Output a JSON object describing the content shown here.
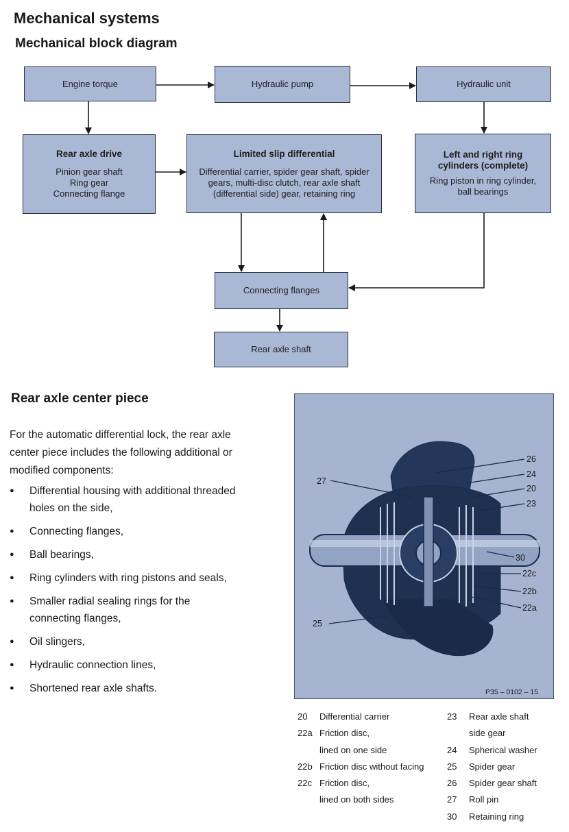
{
  "header": {
    "title": "Mechanical systems",
    "subtitle": "Mechanical block diagram"
  },
  "diagram": {
    "engine_torque": "Engine torque",
    "hydraulic_pump": "Hydraulic pump",
    "hydraulic_unit": "Hydraulic unit",
    "rear_axle_drive": {
      "title": "Rear axle drive",
      "lines": [
        "Pinion gear shaft",
        "Ring gear",
        "Connecting flange"
      ]
    },
    "limited_slip": {
      "title": "Limited slip differential",
      "lines": [
        "Differential carrier, spider gear shaft, spider",
        "gears, multi-disc clutch, rear axle shaft",
        "(differential side) gear, retaining ring"
      ]
    },
    "ring_cylinders": {
      "title_lines": [
        "Left and right ring",
        "cylinders (complete)"
      ],
      "lines": [
        "Ring piston in ring cylinder,",
        "ball bearings"
      ]
    },
    "connecting_flanges": "Connecting flanges",
    "rear_axle_shaft": "Rear axle shaft"
  },
  "section": {
    "title": "Rear axle center piece",
    "intro_lines": [
      "For the automatic differential lock, the rear axle",
      "center piece includes the following additional or",
      "modified components:"
    ],
    "bullets": [
      [
        "Differential housing with additional threaded",
        "holes on the side,"
      ],
      [
        "Connecting flanges,"
      ],
      [
        "Ball bearings,"
      ],
      [
        "Ring cylinders with ring pistons and seals,"
      ],
      [
        "Smaller radial sealing rings for the",
        "connecting flanges,"
      ],
      [
        "Oil slingers,"
      ],
      [
        "Hydraulic connection lines,"
      ],
      [
        "Shortened rear axle shafts."
      ]
    ]
  },
  "illustration": {
    "callouts": [
      "26",
      "24",
      "20",
      "23",
      "27",
      "30",
      "22c",
      "22b",
      "22a",
      "25"
    ],
    "figure_code": "P35 – 0102 – 15",
    "colors": {
      "background": "#a6b4d2",
      "ink": "#1b2a48"
    }
  },
  "legend": {
    "left": [
      {
        "num": "20",
        "text": "Differential carrier"
      },
      {
        "num": "22a",
        "text": "Friction disc,"
      },
      {
        "num": "",
        "text": "lined on one side"
      },
      {
        "num": "22b",
        "text": "Friction disc without facing"
      },
      {
        "num": "22c",
        "text": "Friction disc,"
      },
      {
        "num": "",
        "text": "lined on both sides"
      }
    ],
    "right": [
      {
        "num": "23",
        "text": "Rear axle shaft"
      },
      {
        "num": "",
        "text": "side gear"
      },
      {
        "num": "24",
        "text": "Spherical washer"
      },
      {
        "num": "25",
        "text": "Spider gear"
      },
      {
        "num": "26",
        "text": "Spider gear shaft"
      },
      {
        "num": "27",
        "text": "Roll pin"
      },
      {
        "num": "30",
        "text": "Retaining ring"
      }
    ]
  },
  "colors": {
    "box_fill": "#a9b8d4",
    "box_border": "#2a2f3a"
  }
}
